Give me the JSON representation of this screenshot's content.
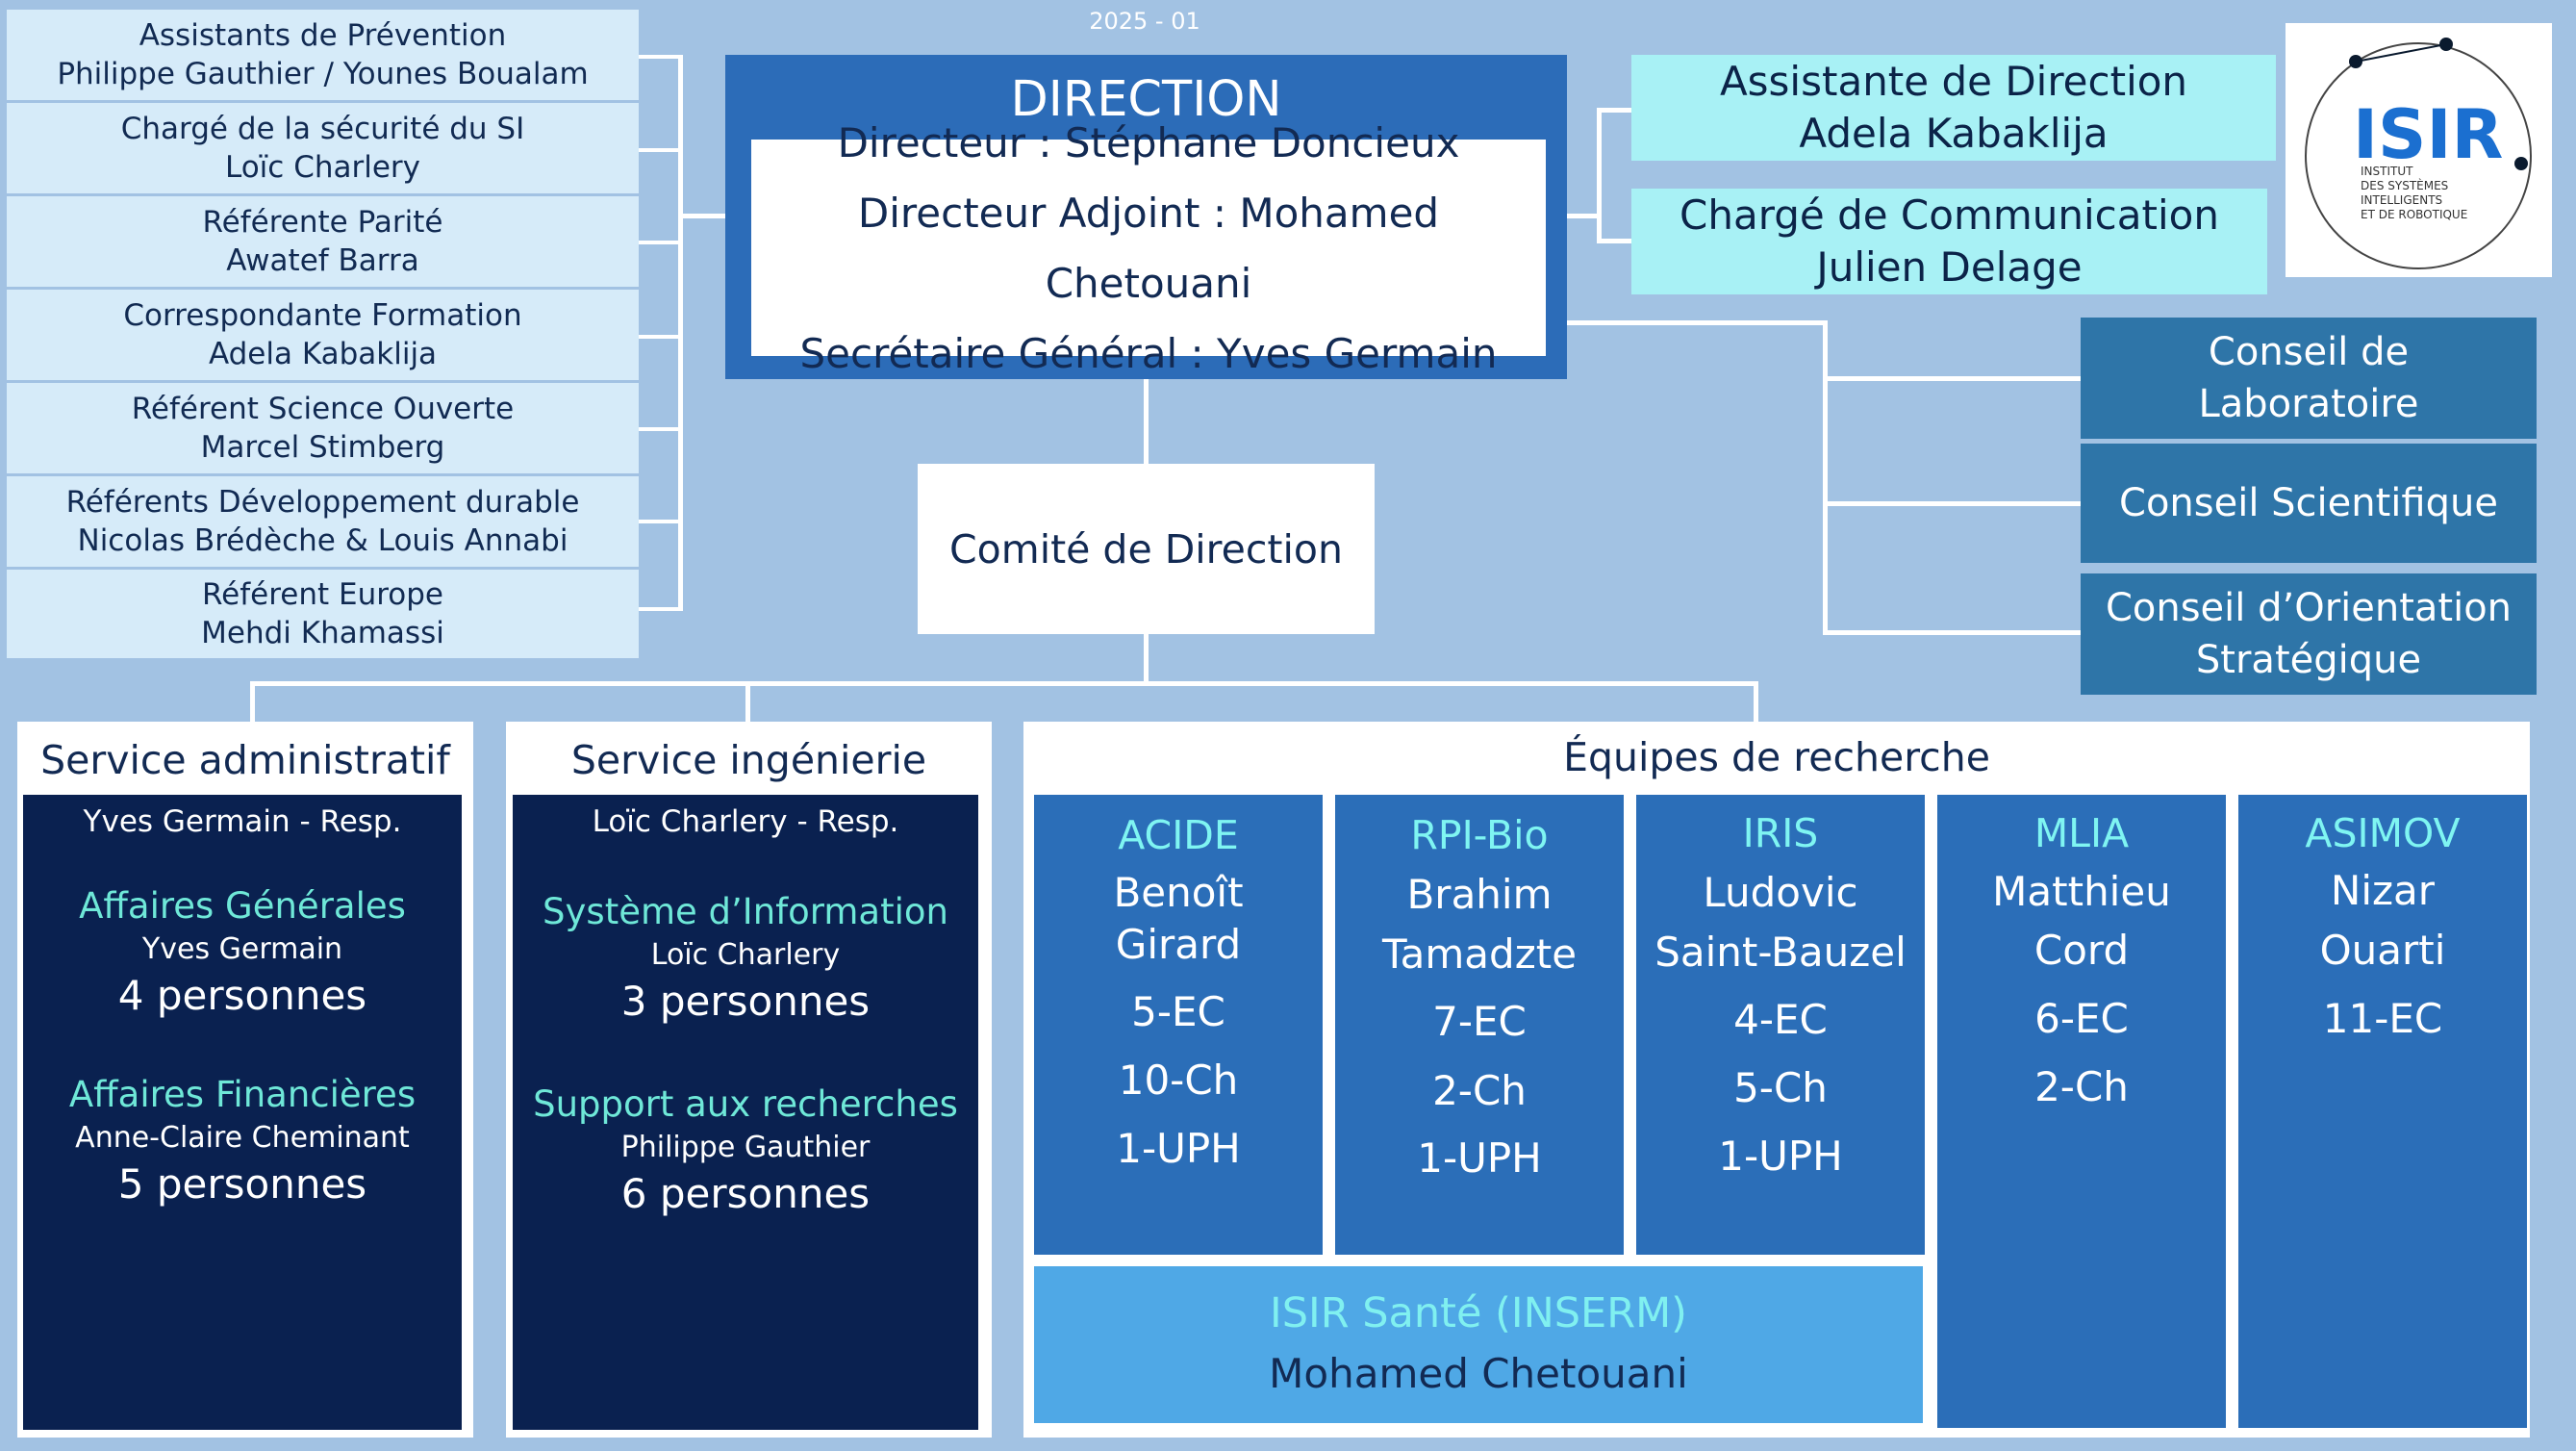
{
  "date": "2025 - 01",
  "referents": [
    {
      "role": "Assistants de Prévention",
      "name": "Philippe Gauthier / Younes Boualam"
    },
    {
      "role": "Chargé de la sécurité du SI",
      "name": "Loïc Charlery"
    },
    {
      "role": "Référente Parité",
      "name": "Awatef Barra"
    },
    {
      "role": "Correspondante Formation",
      "name": "Adela Kabaklija"
    },
    {
      "role": "Référent Science Ouverte",
      "name": "Marcel Stimberg"
    },
    {
      "role": "Référents Développement durable",
      "name": "Nicolas Brédèche & Louis Annabi"
    },
    {
      "role": "Référent Europe",
      "name": "Mehdi Khamassi"
    }
  ],
  "direction": {
    "title": "DIRECTION",
    "members": [
      "Directeur : Stéphane Doncieux",
      "Directeur Adjoint : Mohamed Chetouani",
      "Secrétaire Général : Yves Germain"
    ]
  },
  "assistants": [
    {
      "role": "Assistante de Direction",
      "name": "Adela Kabaklija"
    },
    {
      "role": "Chargé de Communication",
      "name": "Julien Delage"
    }
  ],
  "logo": {
    "brand": "ISIR",
    "text": [
      "INSTITUT",
      "DES SYSTÈMES",
      "INTELLIGENTS",
      "ET DE ROBOTIQUE"
    ],
    "color": "#1b6fd0"
  },
  "councils": [
    {
      "line1": "Conseil de",
      "line2": "Laboratoire"
    },
    {
      "line1": "Conseil Scientifique",
      "line2": ""
    },
    {
      "line1": "Conseil d’Orientation",
      "line2": "Stratégique"
    }
  ],
  "comite": "Comité de Direction",
  "services": [
    {
      "title": "Service administratif",
      "resp": "Yves Germain - Resp.",
      "sections": [
        {
          "title": "Affaires Générales",
          "name": "Yves Germain",
          "count": "4 personnes"
        },
        {
          "title": "Affaires Financières",
          "name": "Anne-Claire Cheminant",
          "count": "5 personnes"
        }
      ]
    },
    {
      "title": "Service ingénierie",
      "resp": "Loïc Charlery - Resp.",
      "sections": [
        {
          "title": "Système d’Information",
          "name": "Loïc Charlery",
          "count": "3 personnes"
        },
        {
          "title": "Support aux recherches",
          "name": "Philippe Gauthier",
          "count": "6 personnes"
        }
      ]
    }
  ],
  "teams_title": "Équipes de recherche",
  "teams": [
    {
      "name": "ACIDE",
      "leader": [
        "Benoît",
        "Girard"
      ],
      "stats": [
        "5-EC",
        "10-Ch",
        "1-UPH"
      ]
    },
    {
      "name": "RPI-Bio",
      "leader": [
        "Brahim",
        "Tamadzte"
      ],
      "stats": [
        "7-EC",
        "2-Ch",
        "1-UPH"
      ]
    },
    {
      "name": "IRIS",
      "leader": [
        "Ludovic",
        "Saint-Bauzel"
      ],
      "stats": [
        "4-EC",
        "5-Ch",
        "1-UPH"
      ]
    },
    {
      "name": "MLIA",
      "leader": [
        "Matthieu",
        "Cord"
      ],
      "stats": [
        "6-EC",
        "2-Ch"
      ]
    },
    {
      "name": "ASIMOV",
      "leader": [
        "Nizar",
        "Ouarti"
      ],
      "stats": [
        "11-EC"
      ]
    }
  ],
  "sante": {
    "name": "ISIR Santé (INSERM)",
    "leader": "Mohamed Chetouani"
  },
  "colors": {
    "background": "#a2c2e3",
    "direction": "#2c6cb8",
    "service_body": "#0a2150",
    "team": "#2b6eb8",
    "team_title": "#7ff5f2",
    "council": "#2e75a8",
    "assistant": "#a8f1f5",
    "referent": "#d6ebf9"
  }
}
